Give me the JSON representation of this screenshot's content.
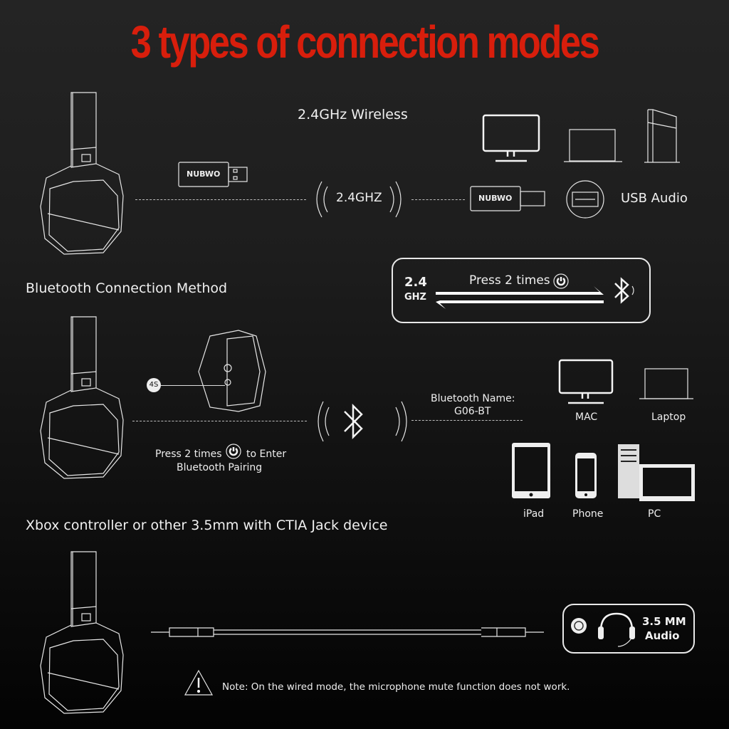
{
  "title": "3 types of connection modes",
  "colors": {
    "title": "#d81e0c",
    "background": "#1d1d1d",
    "foreground": "#f2f2f2"
  },
  "section_wireless": {
    "heading": "2.4GHz Wireless",
    "dongle_brand": "NUBWO",
    "signal_label": "2.4GHZ",
    "output_label": "USB Audio",
    "devices": [
      "monitor-icon",
      "laptop-icon",
      "console-icon"
    ]
  },
  "section_bluetooth": {
    "heading": "Bluetooth Connection Method",
    "switch_box": {
      "left_top": "2.4",
      "left_bottom": "GHZ",
      "instruction": "Press 2 times"
    },
    "hold_badge": "4S",
    "instruction_line1": "Press 2 times",
    "instruction_line2": "to Enter",
    "instruction_line3": "Bluetooth Pairing",
    "bt_name_label": "Bluetooth Name:",
    "bt_name_value": "G06-BT",
    "devices": [
      {
        "label": "MAC",
        "icon": "monitor-icon"
      },
      {
        "label": "Laptop",
        "icon": "laptop-icon"
      },
      {
        "label": "iPad",
        "icon": "tablet-icon"
      },
      {
        "label": "Phone",
        "icon": "phone-icon"
      },
      {
        "label": "PC",
        "icon": "desktop-pc-icon"
      }
    ]
  },
  "section_wired": {
    "heading": "Xbox controller or other 3.5mm with CTIA Jack device",
    "audio_box_line1": "3.5 MM",
    "audio_box_line2": "Audio",
    "note": "Note: On the wired mode, the microphone mute function does not work."
  }
}
